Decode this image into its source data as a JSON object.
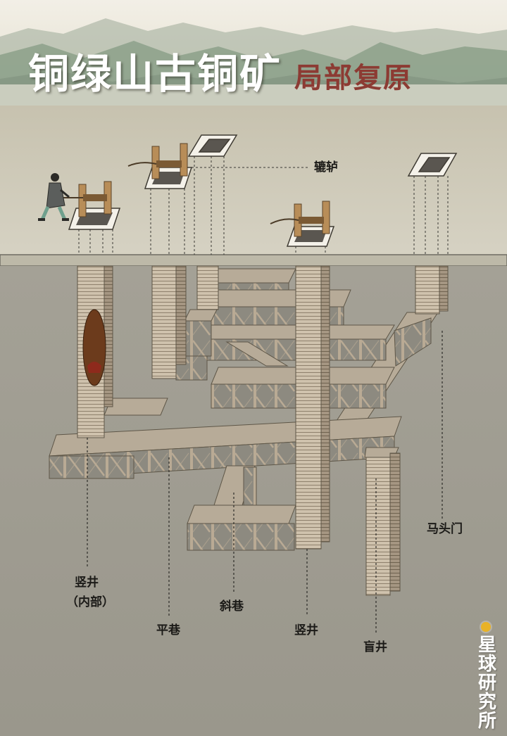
{
  "title": {
    "main": "铜绿山古铜矿",
    "sub": "局部复原"
  },
  "labels": {
    "windlass": "辘轳",
    "shaft_interior_1": "竖井",
    "shaft_interior_2": "（内部）",
    "inclined_tunnel": "斜巷",
    "horizontal_tunnel": "平巷",
    "shaft": "竖井",
    "blind_shaft": "盲井",
    "horsehead_gate": "马头门"
  },
  "brand": {
    "name": "星球研究所",
    "dot_color": "#e8b227"
  },
  "colors": {
    "sky": "#ebe6d8",
    "ground": "#d2cebd",
    "underground": "#9f9c92",
    "timber": "#c8b9a3",
    "timber_dark": "#8a7a66",
    "title_accent": "#8c3b33"
  }
}
